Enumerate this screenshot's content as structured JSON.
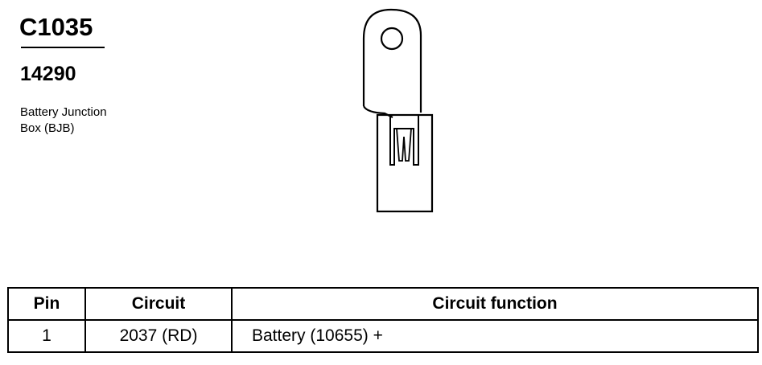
{
  "connector": {
    "id": "C1035",
    "part_number": "14290",
    "description_lines": [
      "Battery Junction",
      "Box (BJB)"
    ]
  },
  "table": {
    "headers": [
      "Pin",
      "Circuit",
      "Circuit function"
    ],
    "rows": [
      {
        "pin": "1",
        "circuit": "2037 (RD)",
        "function": "Battery (10655) +"
      }
    ]
  }
}
